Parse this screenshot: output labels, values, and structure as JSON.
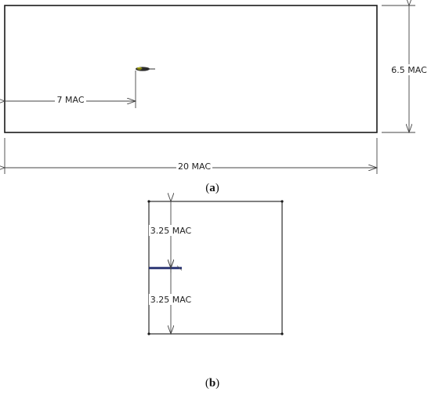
{
  "figure_a": {
    "caption_open": "(",
    "caption_letter": "a",
    "caption_close": ")",
    "dims": {
      "length": "20 MAC",
      "height": "6.5 MAC",
      "upstream": "7 MAC"
    }
  },
  "figure_b": {
    "caption_open": "(",
    "caption_letter": "b",
    "caption_close": ")",
    "dims": {
      "upper": "3.25 MAC",
      "lower": "3.25 MAC"
    }
  },
  "colors": {
    "line": "#1a1a1a",
    "dim_line": "#444444",
    "airfoil": "#1f2a6b",
    "wing_tip": "#c8c800"
  }
}
